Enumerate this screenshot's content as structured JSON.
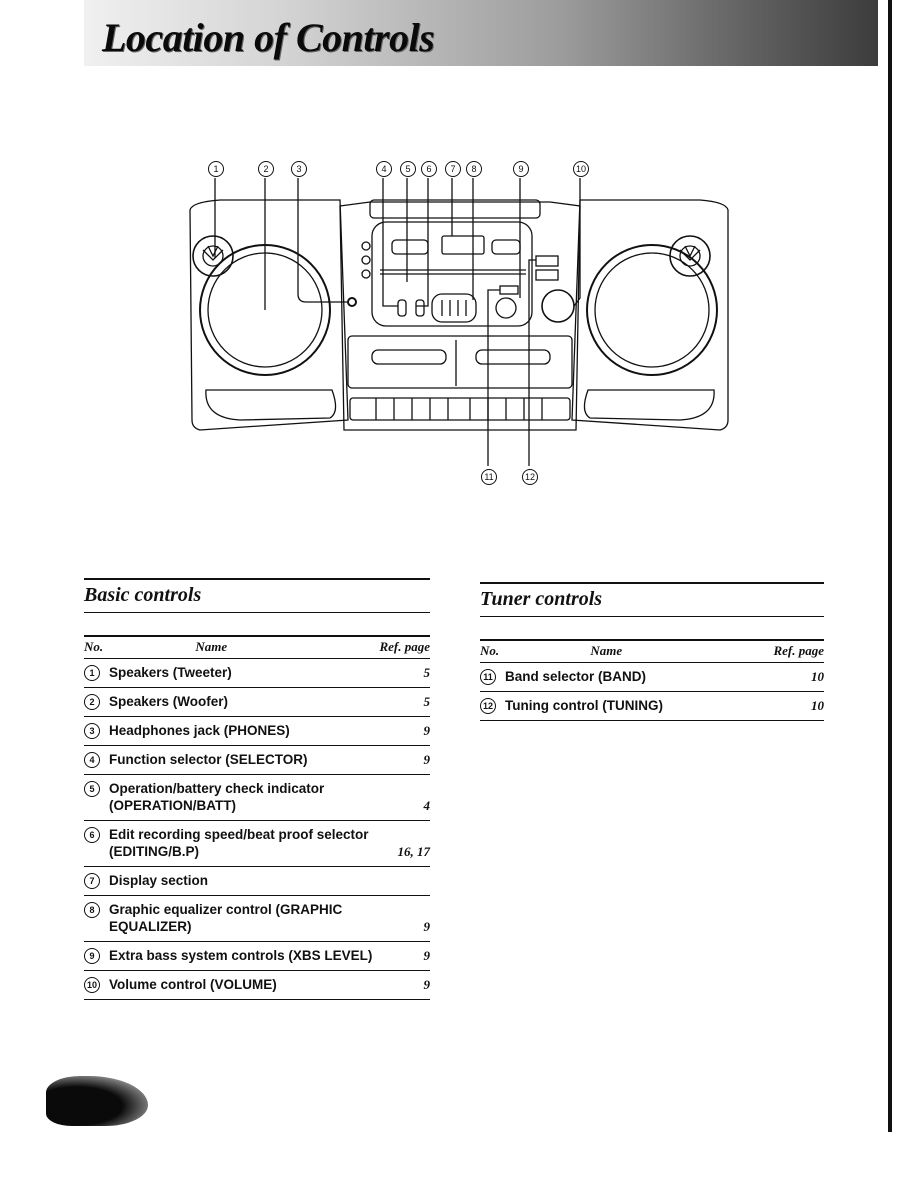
{
  "header": {
    "title": "Location of Controls"
  },
  "diagram": {
    "top_callouts": [
      "1",
      "2",
      "3",
      "4",
      "5",
      "6",
      "7",
      "8",
      "9",
      "10"
    ],
    "bottom_callouts": [
      "11",
      "12"
    ]
  },
  "basic_controls": {
    "title": "Basic controls",
    "col_no": "No.",
    "col_name": "Name",
    "col_ref": "Ref. page",
    "rows": [
      {
        "no": "1",
        "name": "Speakers (Tweeter)",
        "ref": "5"
      },
      {
        "no": "2",
        "name": "Speakers (Woofer)",
        "ref": "5"
      },
      {
        "no": "3",
        "name": "Headphones jack (PHONES)",
        "ref": "9"
      },
      {
        "no": "4",
        "name": "Function selector (SELECTOR)",
        "ref": "9"
      },
      {
        "no": "5",
        "name": "Operation/battery check indicator (OPERATION/BATT)",
        "ref": "4"
      },
      {
        "no": "6",
        "name": "Edit recording speed/beat proof selector (EDITING/B.P)",
        "ref": "16, 17"
      },
      {
        "no": "7",
        "name": "Display section",
        "ref": ""
      },
      {
        "no": "8",
        "name": "Graphic equalizer control (GRAPHIC EQUALIZER)",
        "ref": "9"
      },
      {
        "no": "9",
        "name": "Extra bass system controls (XBS LEVEL)",
        "ref": "9"
      },
      {
        "no": "10",
        "name": "Volume control (VOLUME)",
        "ref": "9"
      }
    ]
  },
  "tuner_controls": {
    "title": "Tuner controls",
    "col_no": "No.",
    "col_name": "Name",
    "col_ref": "Ref. page",
    "rows": [
      {
        "no": "11",
        "name": "Band selector (BAND)",
        "ref": "10"
      },
      {
        "no": "12",
        "name": "Tuning control (TUNING)",
        "ref": "10"
      }
    ]
  }
}
